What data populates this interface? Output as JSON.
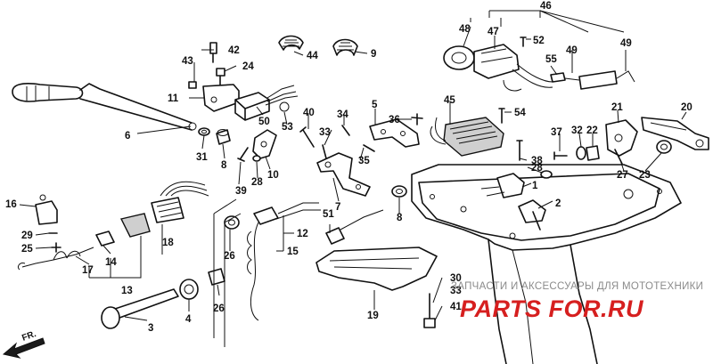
{
  "diagram": {
    "callouts": [
      "1",
      "2",
      "3",
      "4",
      "5",
      "6",
      "7",
      "8",
      "9",
      "10",
      "11",
      "12",
      "13",
      "14",
      "15",
      "16",
      "17",
      "18",
      "19",
      "20",
      "21",
      "22",
      "23",
      "24",
      "25",
      "26",
      "27",
      "28",
      "29",
      "30",
      "31",
      "32",
      "33",
      "34",
      "35",
      "36",
      "37",
      "38",
      "39",
      "40",
      "41",
      "42",
      "43",
      "44",
      "45",
      "46",
      "47",
      "48",
      "49",
      "50",
      "51",
      "52",
      "53",
      "54",
      "55"
    ],
    "direction_label": "FR.",
    "watermark": {
      "text": "ЗАПЧАСТИ И АКСЕССУАРЫ ДЛЯ МОТОТЕХНИКИ",
      "logo": "PARTS FOR.RU",
      "logo_color": "#d61f1f"
    },
    "colors": {
      "line": "#111111",
      "background": "#ffffff"
    }
  }
}
